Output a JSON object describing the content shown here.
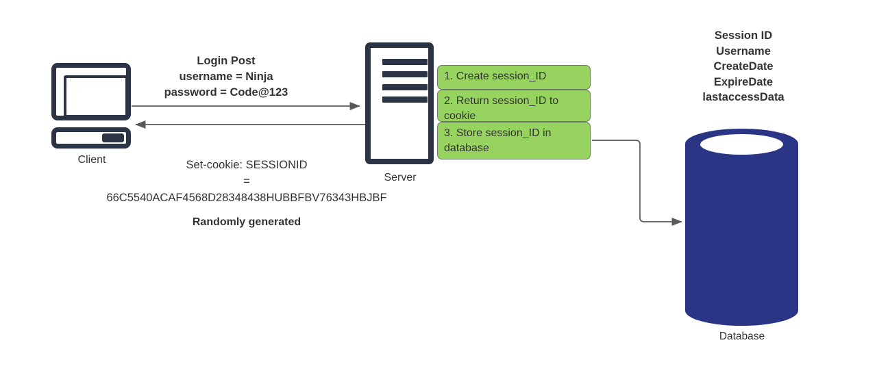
{
  "diagram": {
    "title_context": "Session ID login flow",
    "colors": {
      "icon_outline": "#2b3445",
      "step_box_fill": "#97d35f",
      "step_box_border": "#6b7a6b",
      "database_fill": "#2b3585",
      "arrow": "#595959",
      "text": "#333333",
      "background": "#ffffff"
    }
  },
  "client": {
    "label": "Client",
    "icon": "desktop-computer-icon"
  },
  "server": {
    "label": "Server",
    "icon": "server-rack-icon"
  },
  "database": {
    "label": "Database",
    "icon": "database-cylinder-icon"
  },
  "request": {
    "line1": "Login Post",
    "line2": "username = Ninja",
    "line3": "password = Code@123"
  },
  "response": {
    "line1": "Set-cookie: SESSIONID",
    "line2": "=",
    "line3": "66C5540ACAF4568D28348438HUBBFBV76343HBJBF",
    "note": "Randomly generated"
  },
  "steps": [
    {
      "text": "1. Create session_ID"
    },
    {
      "text": "2. Return session_ID to cookie"
    },
    {
      "text": "3. Store session_ID in database"
    }
  ],
  "session_fields": {
    "line1": "Session ID",
    "line2": "Username",
    "line3": "CreateDate",
    "line4": "ExpireDate",
    "line5": "lastaccessData"
  }
}
